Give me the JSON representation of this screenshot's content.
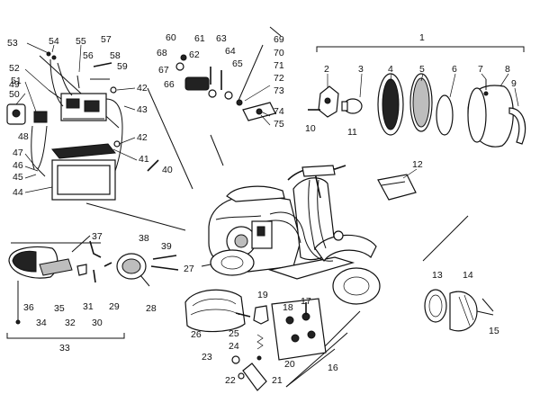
{
  "labels": [
    {
      "id": "n1",
      "text": "1"
    },
    {
      "id": "n2",
      "text": "2"
    },
    {
      "id": "n3",
      "text": "3"
    },
    {
      "id": "n4",
      "text": "4"
    },
    {
      "id": "n5",
      "text": "5"
    },
    {
      "id": "n6",
      "text": "6"
    },
    {
      "id": "n7",
      "text": "7"
    },
    {
      "id": "n8",
      "text": "8"
    },
    {
      "id": "n9",
      "text": "9"
    },
    {
      "id": "n10",
      "text": "10"
    },
    {
      "id": "n11",
      "text": "11"
    },
    {
      "id": "n12",
      "text": "12"
    },
    {
      "id": "n13",
      "text": "13"
    },
    {
      "id": "n14",
      "text": "14"
    },
    {
      "id": "n15",
      "text": "15"
    },
    {
      "id": "n16",
      "text": "16"
    },
    {
      "id": "n17",
      "text": "17"
    },
    {
      "id": "n18",
      "text": "18"
    },
    {
      "id": "n19",
      "text": "19"
    },
    {
      "id": "n20",
      "text": "20"
    },
    {
      "id": "n21",
      "text": "21"
    },
    {
      "id": "n22",
      "text": "22"
    },
    {
      "id": "n23",
      "text": "23"
    },
    {
      "id": "n24",
      "text": "24"
    },
    {
      "id": "n25",
      "text": "25"
    },
    {
      "id": "n26",
      "text": "26"
    },
    {
      "id": "n27",
      "text": "27"
    },
    {
      "id": "n28",
      "text": "28"
    },
    {
      "id": "n29",
      "text": "29"
    },
    {
      "id": "n30",
      "text": "30"
    },
    {
      "id": "n31",
      "text": "31"
    },
    {
      "id": "n32",
      "text": "32"
    },
    {
      "id": "n33",
      "text": "33"
    },
    {
      "id": "n34",
      "text": "34"
    },
    {
      "id": "n35",
      "text": "35"
    },
    {
      "id": "n36",
      "text": "36"
    },
    {
      "id": "n37",
      "text": "37"
    },
    {
      "id": "n38",
      "text": "38"
    },
    {
      "id": "n39",
      "text": "39"
    },
    {
      "id": "n40",
      "text": "40"
    },
    {
      "id": "n41",
      "text": "41"
    },
    {
      "id": "n42a",
      "text": "42"
    },
    {
      "id": "n42b",
      "text": "42"
    },
    {
      "id": "n43",
      "text": "43"
    },
    {
      "id": "n44",
      "text": "44"
    },
    {
      "id": "n45",
      "text": "45"
    },
    {
      "id": "n46",
      "text": "46"
    },
    {
      "id": "n47",
      "text": "47"
    },
    {
      "id": "n48",
      "text": "48"
    },
    {
      "id": "n49",
      "text": "49"
    },
    {
      "id": "n50",
      "text": "50"
    },
    {
      "id": "n51",
      "text": "51"
    },
    {
      "id": "n52",
      "text": "52"
    },
    {
      "id": "n53",
      "text": "53"
    },
    {
      "id": "n54",
      "text": "54"
    },
    {
      "id": "n55",
      "text": "55"
    },
    {
      "id": "n56",
      "text": "56"
    },
    {
      "id": "n57",
      "text": "57"
    },
    {
      "id": "n58",
      "text": "58"
    },
    {
      "id": "n59",
      "text": "59"
    },
    {
      "id": "n60",
      "text": "60"
    },
    {
      "id": "n61",
      "text": "61"
    },
    {
      "id": "n62",
      "text": "62"
    },
    {
      "id": "n63",
      "text": "63"
    },
    {
      "id": "n64",
      "text": "64"
    },
    {
      "id": "n65",
      "text": "65"
    },
    {
      "id": "n66",
      "text": "66"
    },
    {
      "id": "n67",
      "text": "67"
    },
    {
      "id": "n68",
      "text": "68"
    },
    {
      "id": "n69",
      "text": "69"
    },
    {
      "id": "n70",
      "text": "70"
    },
    {
      "id": "n71",
      "text": "71"
    },
    {
      "id": "n72",
      "text": "72"
    },
    {
      "id": "n73",
      "text": "73"
    },
    {
      "id": "n74",
      "text": "74"
    },
    {
      "id": "n75",
      "text": "75"
    }
  ]
}
